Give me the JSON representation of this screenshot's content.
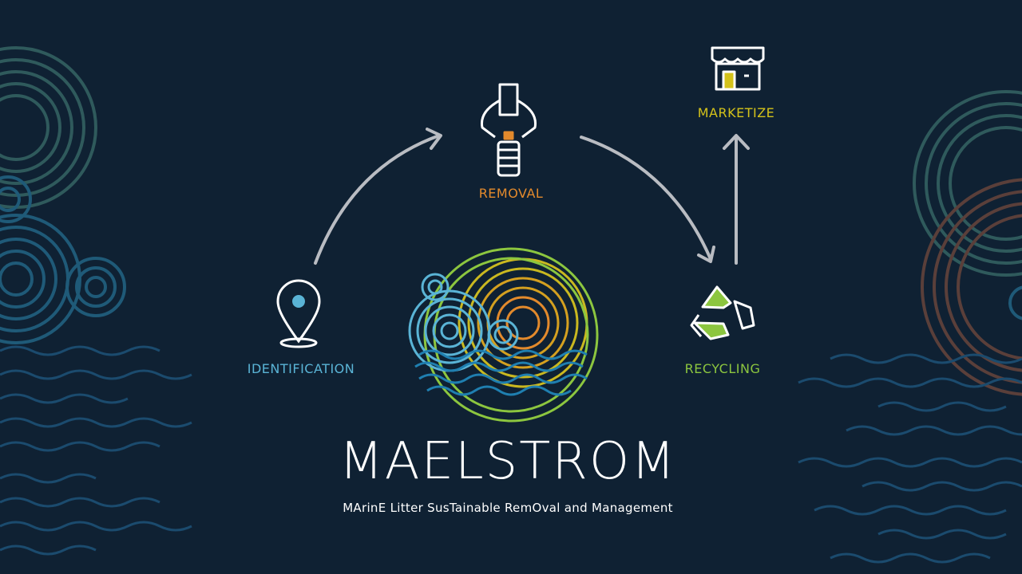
{
  "title": "MAELSTROM",
  "subtitle": "MArinE Litter SusTainable RemOval and Management",
  "colors": {
    "background": "#0f2133",
    "identification": "#5ab4d6",
    "removal": "#e38a2c",
    "recycling": "#8cc63f",
    "marketize": "#d4c21a",
    "arrow": "#b9bcc2"
  },
  "steps": [
    {
      "id": "identification",
      "label": "IDENTIFICATION",
      "icon": "map-pin-icon"
    },
    {
      "id": "removal",
      "label": "REMOVAL",
      "icon": "claw-bottle-icon"
    },
    {
      "id": "recycling",
      "label": "RECYCLING",
      "icon": "recycle-icon"
    },
    {
      "id": "marketize",
      "label": "MARKETIZE",
      "icon": "shop-icon"
    }
  ]
}
